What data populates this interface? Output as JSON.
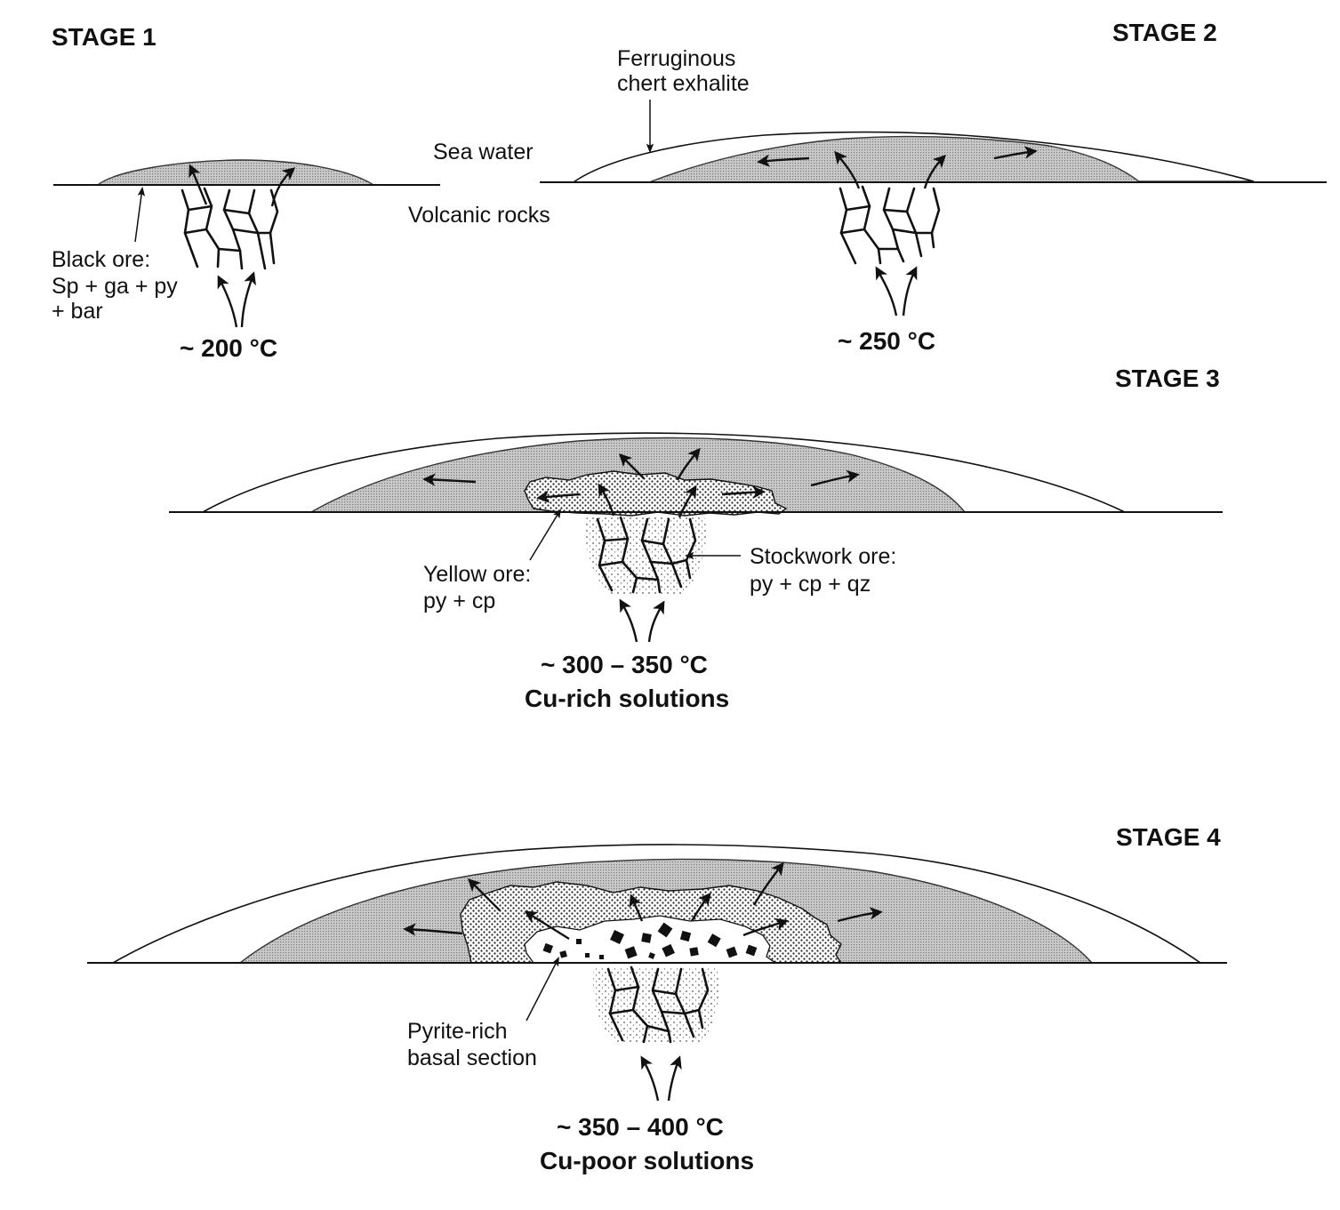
{
  "stages": {
    "stage1": {
      "title": "STAGE 1",
      "black_ore_label": [
        "Black ore:",
        "Sp + ga + py",
        "+ bar"
      ],
      "temperature": "~ 200 °C"
    },
    "stage2": {
      "title": "STAGE 2",
      "chert_label": [
        "Ferruginous",
        "chert exhalite"
      ],
      "temperature": "~ 250 °C"
    },
    "stage3": {
      "title": "STAGE 3",
      "yellow_ore_label": [
        "Yellow ore:",
        "py + cp"
      ],
      "stockwork_label": [
        "Stockwork ore:",
        "py + cp + qz"
      ],
      "temperature": "~ 300 – 350 °C",
      "solutions": "Cu-rich solutions"
    },
    "stage4": {
      "title": "STAGE 4",
      "pyrite_label": [
        "Pyrite-rich",
        "basal section"
      ],
      "temperature": "~ 350 – 400 °C",
      "solutions": "Cu-poor solutions"
    }
  },
  "labels": {
    "sea_water": "Sea water",
    "volcanic_rocks": "Volcanic rocks"
  }
}
